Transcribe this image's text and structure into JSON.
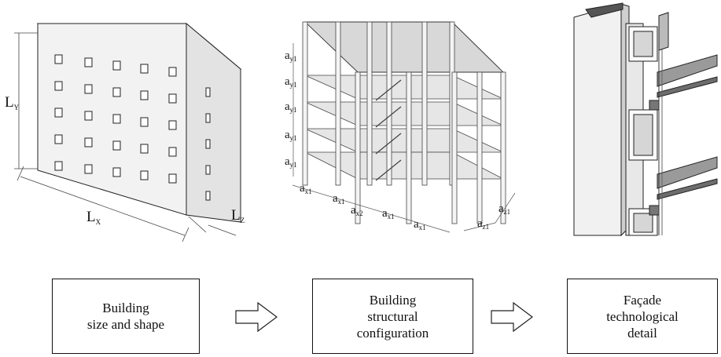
{
  "panel1": {
    "dims": {
      "ly": "L",
      "ly_sub": "Y",
      "lx": "L",
      "lx_sub": "X",
      "lz": "L",
      "lz_sub": "Z"
    }
  },
  "panel2": {
    "spacing_left": [
      {
        "main": "a",
        "sub": "y1"
      },
      {
        "main": "a",
        "sub": "y1"
      },
      {
        "main": "a",
        "sub": "y1"
      },
      {
        "main": "a",
        "sub": "y1"
      },
      {
        "main": "a",
        "sub": "y1"
      }
    ],
    "spacing_bottom": [
      {
        "main": "a",
        "sub": "x1"
      },
      {
        "main": "a",
        "sub": "x1"
      },
      {
        "main": "a",
        "sub": "x2"
      },
      {
        "main": "a",
        "sub": "x1"
      },
      {
        "main": "a",
        "sub": "x1"
      }
    ],
    "spacing_right": [
      {
        "main": "a",
        "sub": "z1"
      },
      {
        "main": "a",
        "sub": "z1"
      }
    ]
  },
  "flow": {
    "steps": [
      {
        "label": "Building\nsize and shape"
      },
      {
        "label": "Building\nstructural\nconfiguration"
      },
      {
        "label": "Façade\ntechnological\ndetail"
      }
    ],
    "arrow_icon": "right-outline-arrow"
  }
}
